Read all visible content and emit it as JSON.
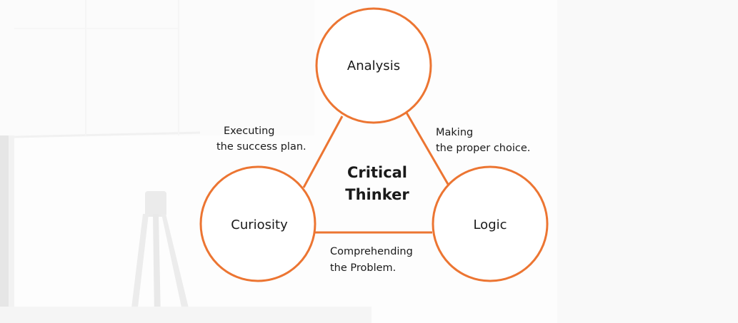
{
  "accent_color": "#ec7532",
  "center": {
    "line1": "Critical",
    "line2": "Thinker"
  },
  "nodes": {
    "top": "Analysis",
    "left": "Curiosity",
    "right": "Logic"
  },
  "edge_labels": {
    "left": {
      "line1": "Executing",
      "line2": "the success plan."
    },
    "right": {
      "line1": "Making",
      "line2": "the proper choice."
    },
    "bottom": {
      "line1": "Comprehending",
      "line2": "the Problem."
    }
  }
}
